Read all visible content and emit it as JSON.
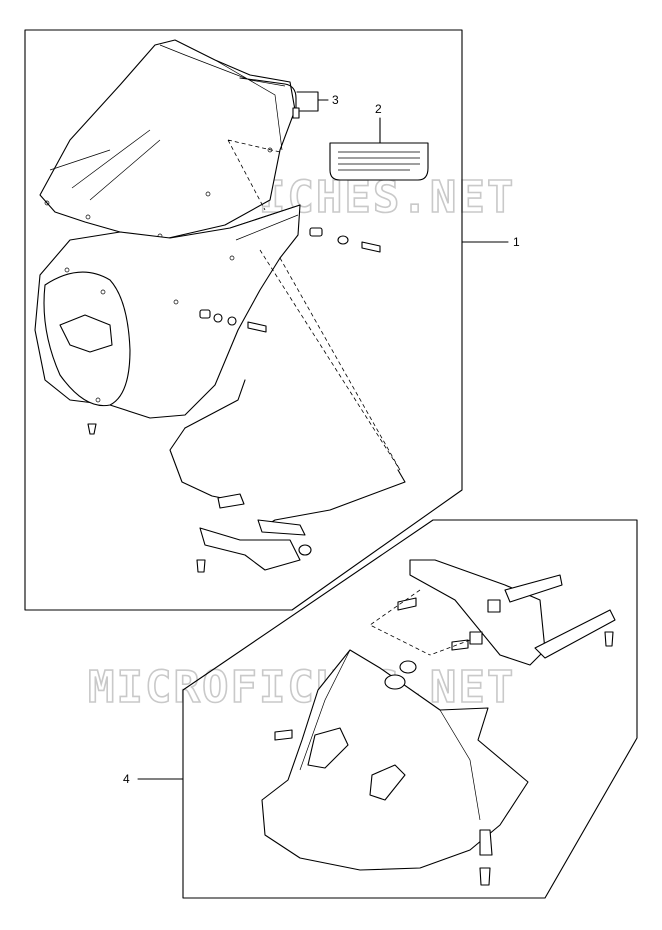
{
  "callouts": {
    "c1": "1",
    "c2": "2",
    "c3": "3",
    "c4": "4"
  },
  "watermark": {
    "top": "MICROFICHES.NET",
    "bottom": "MICROFICHES.NET"
  },
  "colors": {
    "line": "#000000",
    "watermark": "#c9c9c9",
    "background": "#ffffff"
  }
}
